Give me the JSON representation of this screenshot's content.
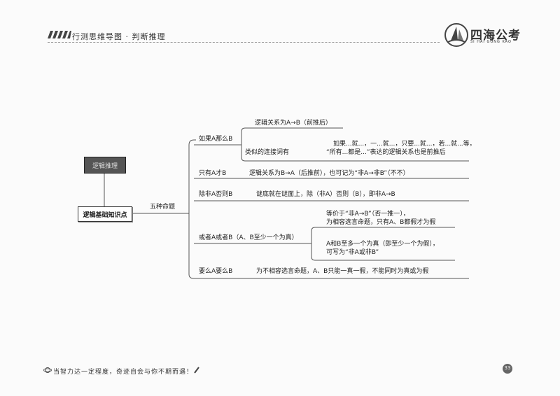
{
  "header": {
    "title": "行测思维导图 · 判断推理",
    "logo_text": "四海公考",
    "logo_sub": "SI HAI GONG KAO"
  },
  "mindmap": {
    "top_node": "逻辑推理",
    "root": "逻辑基础知识点",
    "branch_label": "五种命题",
    "propositions": [
      {
        "label": "如果A那么B",
        "sub": [
          {
            "text": "逻辑关系为A→B（前推后）"
          },
          {
            "label": "类似的连接词有",
            "lines": [
              "如果...就...，一...就...，只要...就...，若...就...等，",
              "“所有...都是...”表达的逻辑关系也是前推后"
            ]
          }
        ]
      },
      {
        "label": "只有A才B",
        "text": "逻辑关系为B→A（后推前），也可记为“非A→非B”（不不）"
      },
      {
        "label": "除非A否则B",
        "text": "谜底就在谜面上，除（非A）否则（B），即非A→B"
      },
      {
        "label": "或者A或者B（A、B至少一个为真）",
        "sub": [
          {
            "lines": [
              "等价于“非A→B”（否一推一），",
              "为相容选言命题，只有A、B都假才为假"
            ]
          },
          {
            "lines": [
              "A和B至多一个为真（即至少一个为假），",
              "可写为“非A或非B”"
            ]
          }
        ]
      },
      {
        "label": "要么A要么B",
        "text": "为不相容选言命题，A、B只能一真一假，不能同时为真或为假"
      }
    ]
  },
  "footer": {
    "slogan": "当智力达一定程度，奇迹自会与你不期而遇！",
    "page_number": "33"
  }
}
